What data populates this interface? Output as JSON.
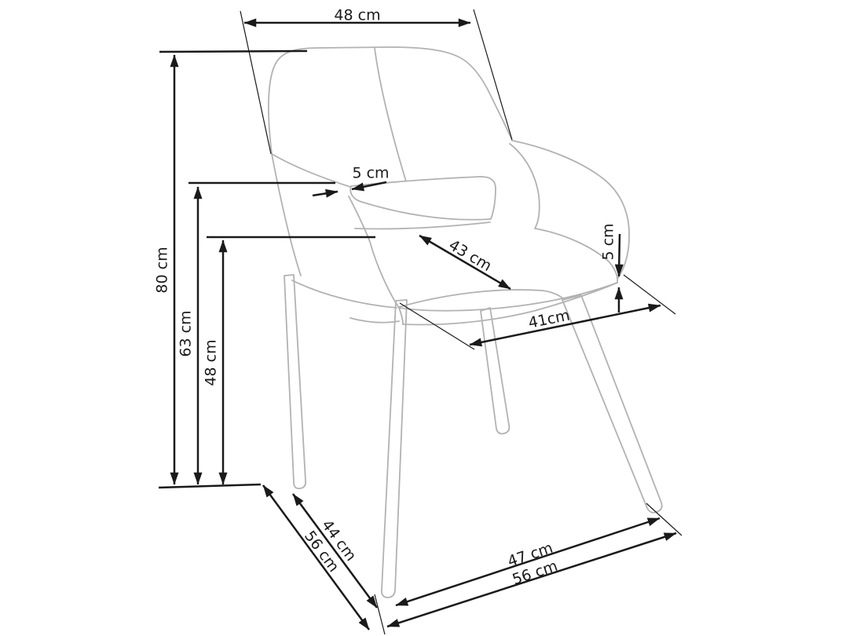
{
  "page": {
    "background": "#ffffff"
  },
  "diagram": {
    "subject": "armchair dimension drawing",
    "view": "three-quarter perspective line drawing",
    "chair_outline_color": "#b2b2b2",
    "dimension_color": "#1a1a1a",
    "dims": {
      "back_width": {
        "label": "48 cm",
        "measures": "backrest width (top)"
      },
      "height_total": {
        "label": "80 cm",
        "measures": "total height"
      },
      "height_armrest": {
        "label": "63 cm",
        "measures": "armrest height"
      },
      "height_seat": {
        "label": "48 cm",
        "measures": "seat height"
      },
      "armrest_thickness": {
        "label": "5 cm",
        "measures": "armrest thickness"
      },
      "seat_width": {
        "label": "43 cm",
        "measures": "seat width (diagonal)"
      },
      "seat_edge_thickness": {
        "label": "5 cm",
        "measures": "seat cushion edge thickness"
      },
      "seat_depth": {
        "label": "41cm",
        "measures": "seat depth"
      },
      "depth_inner": {
        "label": "44 cm",
        "measures": "side depth (legs)"
      },
      "depth_outer": {
        "label": "56 cm",
        "measures": "side depth overall"
      },
      "front_inner": {
        "label": "47 cm",
        "measures": "front width (legs)"
      },
      "front_outer": {
        "label": "56 cm",
        "measures": "front width overall"
      }
    }
  }
}
